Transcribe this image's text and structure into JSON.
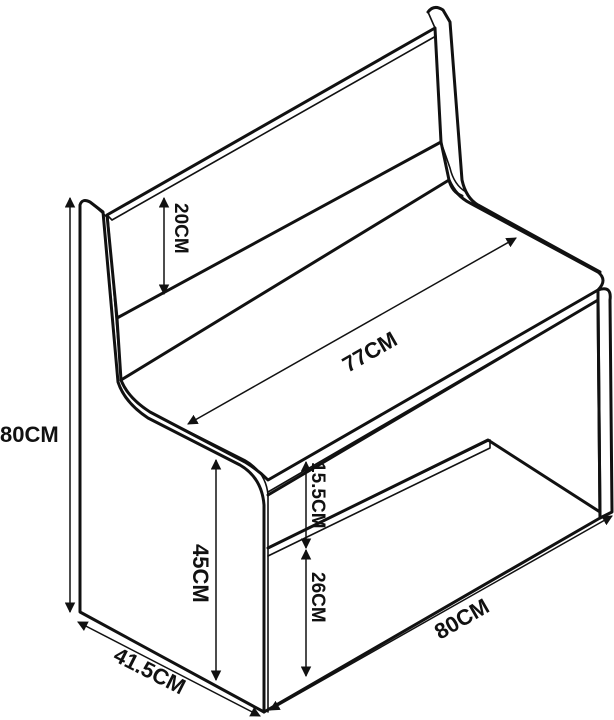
{
  "dimensions": {
    "backrest_height": "20CM",
    "inner_width": "77CM",
    "total_height": "80CM",
    "seat_height": "45CM",
    "compartment_height": "15.5CM",
    "lower_clearance": "26CM",
    "depth": "41.5CM",
    "width": "80CM"
  }
}
